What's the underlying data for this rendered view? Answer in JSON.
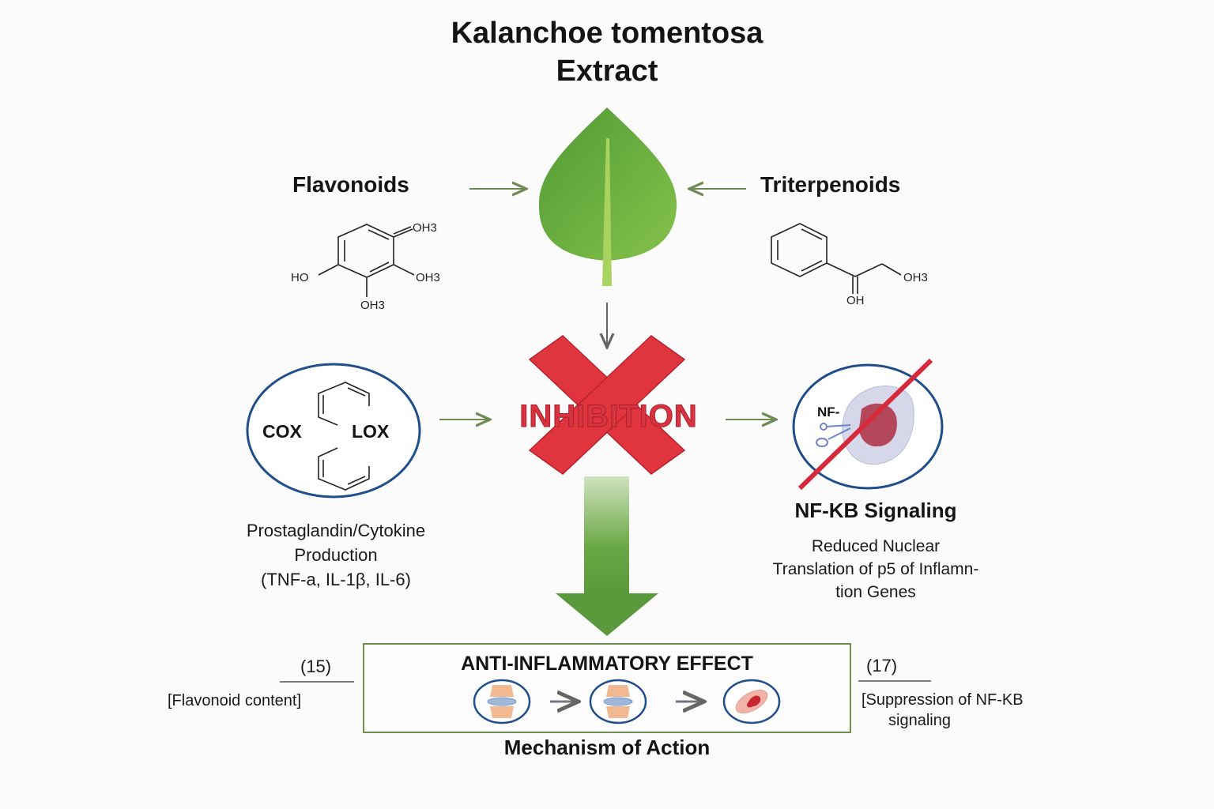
{
  "title": {
    "line1": "Kalanchoe tomentosa",
    "line2": "Extract"
  },
  "sources": {
    "left": {
      "label": "Flavonoids",
      "structure_groups": [
        "OH3",
        "HO",
        "OH3",
        "OH3"
      ]
    },
    "right": {
      "label": "Triterpenoids",
      "structure_groups": [
        "OH3",
        "OH"
      ]
    }
  },
  "center": {
    "icon": "leaf-icon",
    "inhibition_label": "INHIBITION",
    "inhibition_icon": "red-x-icon"
  },
  "left_target": {
    "circle_labels": [
      "COX",
      "LOX"
    ],
    "description": [
      "Prostaglandin/Cytokine",
      "Production",
      "(TNF-a, IL-1β, IL-6)"
    ]
  },
  "right_target": {
    "icon_label": "NF-",
    "icon": "blocked-cell-icon",
    "heading": "NF-KB Signaling",
    "description": [
      "Reduced Nuclear",
      "Translation of p5 of Inflamn-",
      "tion Genes"
    ]
  },
  "effect": {
    "title": "ANTI-INFLAMMATORY EFFECT",
    "icons": [
      "joint-icon",
      "joint-icon",
      "inflamed-cell-icon"
    ],
    "caption": "Mechanism of Action"
  },
  "references": {
    "left": {
      "number": "(15)",
      "text": "[Flavonoid content]"
    },
    "right": {
      "number": "(17)",
      "text_lines": [
        "[Suppression of NF-KB",
        "signaling"
      ]
    }
  },
  "colors": {
    "leaf_green": "#5fa83e",
    "arrow_green": "#6f8a55",
    "inhibition_red": "#d63440",
    "circle_blue": "#1f4e8c",
    "box_green": "#6e8f4d"
  }
}
